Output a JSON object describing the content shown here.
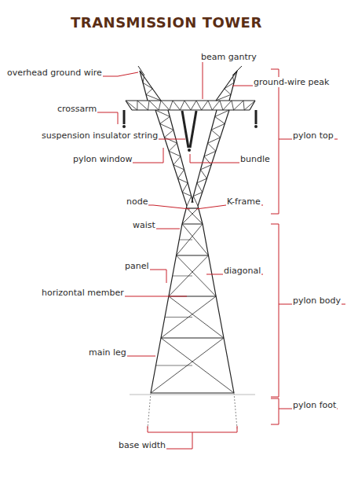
{
  "diagram": {
    "title": "TRANSMISSION TOWER",
    "labels": [
      "overhead ground wire",
      "beam gantry",
      "ground-wire peak",
      "crossarm",
      "pylon top",
      "suspension insulator string",
      "bundle",
      "pylon window",
      "node",
      "K-frame",
      "waist",
      "panel",
      "diagonal",
      "pylon body",
      "horizontal member",
      "main leg",
      "pylon foot",
      "base width"
    ]
  }
}
